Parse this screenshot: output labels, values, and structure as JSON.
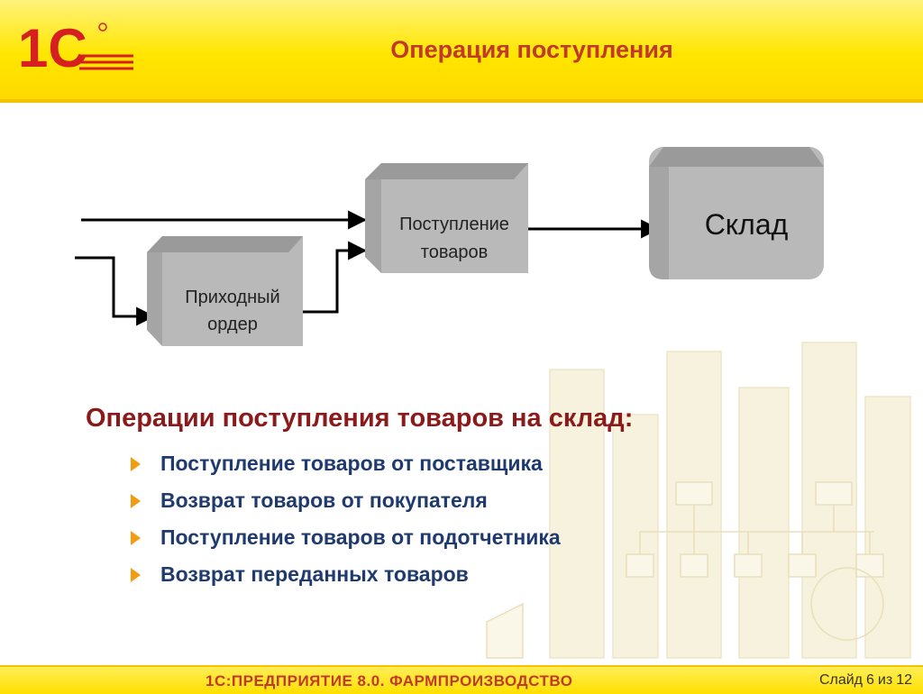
{
  "header": {
    "logo_text": "1С",
    "title": "Операция поступления"
  },
  "diagram": {
    "nodes": [
      {
        "id": "prikhodny-order",
        "lines": [
          "Приходный",
          "ордер"
        ]
      },
      {
        "id": "postuplenie",
        "lines": [
          "Поступление",
          "товаров"
        ]
      },
      {
        "id": "sklad",
        "lines": [
          "Склад"
        ]
      }
    ]
  },
  "content": {
    "heading": "Операции поступления товаров на склад:",
    "bullets": [
      "Поступление товаров от поставщика",
      "Возврат товаров от покупателя",
      "Поступление товаров от подотчетника",
      "Возврат переданных товаров"
    ]
  },
  "footer": {
    "brand": "1С:ПРЕДПРИЯТИЕ 8.0. ФАРМПРОИЗВОДСТВО",
    "slide_label": "Слайд",
    "slide_number": "6",
    "of_label": "из",
    "slide_total": "12"
  },
  "colors": {
    "header_yellow": "#ffe600",
    "title_red": "#c0392b",
    "heading_dark_red": "#8b1a1a",
    "bullet_blue": "#1f3a6e",
    "bullet_orange": "#f39c12",
    "box_gray": "#b9b9b9"
  }
}
